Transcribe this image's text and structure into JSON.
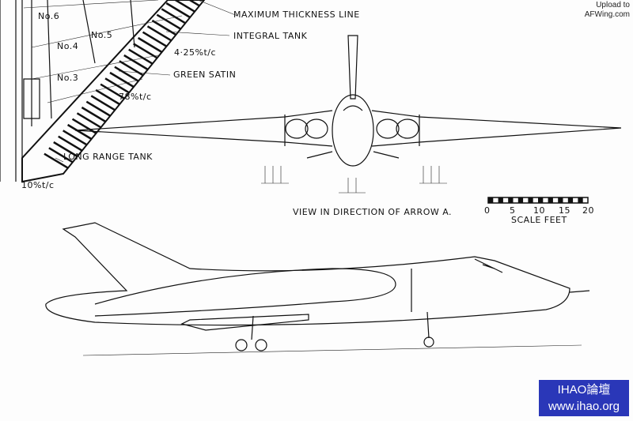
{
  "watermark": {
    "line1": "Upload to",
    "line2": "AFWing.com"
  },
  "badge": {
    "line1": "IHAO論壇",
    "line2": "www.ihao.org"
  },
  "plan_view": {
    "tanks": [
      "No.6",
      "No.5",
      "No.4",
      "No.3"
    ],
    "labels": {
      "max_thickness": "MAXIMUM THICKNESS LINE",
      "integral_tank": "INTEGRAL TANK",
      "tc_425": "4·25%t/c",
      "green_satin": "GREEN SATIN",
      "tc_78": "78%t/c",
      "long_range_tank": "LONG RANGE TANK",
      "tc_10": "10%t/c"
    }
  },
  "front_view": {
    "caption": "VIEW IN DIRECTION OF ARROW A."
  },
  "scale": {
    "ticks": [
      "0",
      "5",
      "10",
      "15",
      "20"
    ],
    "title": "SCALE FEET"
  }
}
